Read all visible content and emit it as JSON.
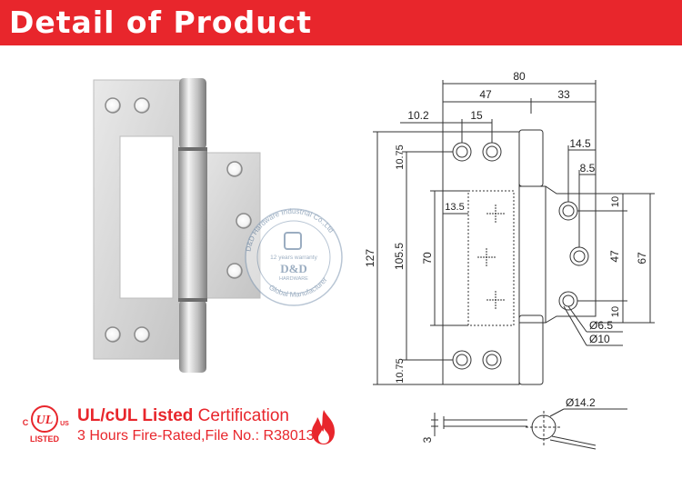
{
  "banner": {
    "title": "Detail of Product",
    "color": "#e8262c"
  },
  "watermark": {
    "ring_text": "D&D Hardware Industrial Co.,Ltd",
    "warranty": "12 years warranty",
    "brand": "D&D",
    "brand_sub": "HARDWARE",
    "bottom_text": "Global Manufacturer"
  },
  "drawing": {
    "top_dims": {
      "total": "80",
      "left_part": "47",
      "right_part": "33",
      "offset": "10.2",
      "hole_pitch": "15"
    },
    "left_dims": {
      "height": "127",
      "inner": "105.5",
      "slot": "70",
      "top_edge": "10.75",
      "bottom_edge": "10.75",
      "notch": "13.5"
    },
    "right_dims": {
      "offset1": "14.5",
      "offset2": "8.5",
      "edge_top": "10",
      "edge_bottom": "10",
      "pitch": "47",
      "span": "67"
    },
    "holes": {
      "d1": "Ø6.5",
      "d2": "Ø10"
    },
    "side_view": {
      "diameter": "Ø14.2",
      "thickness": "3"
    }
  },
  "certification": {
    "ul_mark": "UL",
    "ul_c": "C",
    "ul_us": "US",
    "ul_listed": "LISTED",
    "title_bold": "UL/cUL Listed",
    "title_rest": " Certification",
    "subtitle": "3 Hours Fire-Rated,File No.: R38013"
  }
}
